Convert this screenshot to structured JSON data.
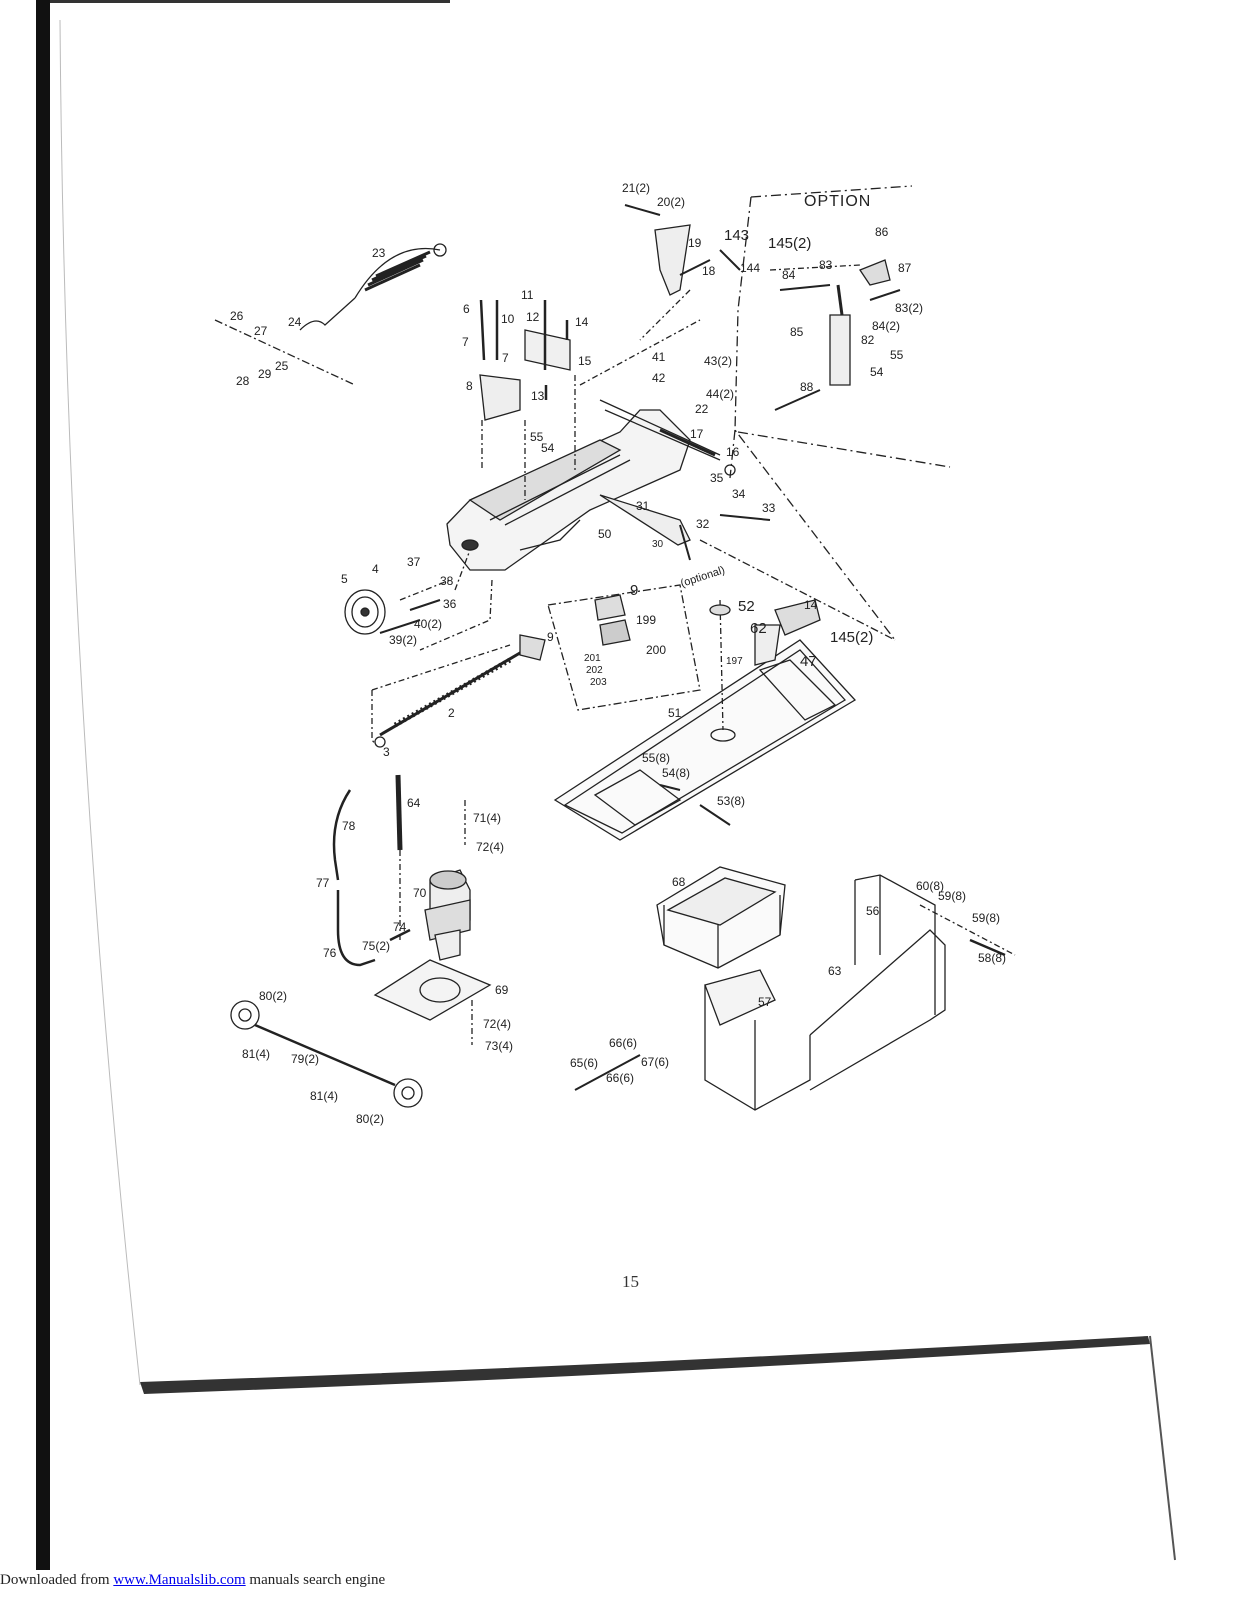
{
  "diagram": {
    "option_label": "OPTION",
    "optional_label": "(optional)",
    "callouts": {
      "c21": "21(2)",
      "c20": "20(2)",
      "c19": "19",
      "c18": "18",
      "c143": "143",
      "c144": "144",
      "c145a": "145(2)",
      "c23": "23",
      "c24": "24",
      "c26": "26",
      "c27": "27",
      "c28": "28",
      "c29": "29",
      "c25": "25",
      "c6": "6",
      "c10": "10",
      "c11": "11",
      "c12": "12",
      "c14": "14",
      "c7a": "7",
      "c7b": "7",
      "c8": "8",
      "c15a": "15",
      "c13": "13",
      "c41": "41",
      "c42": "42",
      "c43": "43(2)",
      "c44": "44(2)",
      "c22": "22",
      "c17": "17",
      "c16": "16",
      "c35": "35",
      "c34": "34",
      "c33": "33",
      "c31": "31",
      "c32": "32",
      "c30": "30",
      "c50": "50",
      "c55a": "55",
      "c54a": "54",
      "c86": "86",
      "c87": "87",
      "c83a": "83",
      "c84a": "84",
      "c83b": "83(2)",
      "c84b": "84(2)",
      "c85": "85",
      "c82": "82",
      "c55b": "55",
      "c54b": "54",
      "c88": "88",
      "c5": "5",
      "c4": "4",
      "c37": "37",
      "c38": "38",
      "c36": "36",
      "c40": "40(2)",
      "c39": "39(2)",
      "c9a": "9",
      "c2": "2",
      "c3": "3",
      "c9b": "9",
      "c199": "199",
      "c200": "200",
      "c201": "201",
      "c202": "202",
      "c203": "203",
      "c52": "52",
      "c62": "62",
      "c14b": "14",
      "c145b": "145(2)",
      "c197": "197",
      "c47": "47",
      "c51": "51",
      "c55c": "55(8)",
      "c54c": "54(8)",
      "c53": "53(8)",
      "c64": "64",
      "c78": "78",
      "c71": "71(4)",
      "c72a": "72(4)",
      "c77": "77",
      "c70": "70",
      "c74": "74",
      "c75": "75(2)",
      "c76": "76",
      "c69": "69",
      "c72b": "72(4)",
      "c73": "73(4)",
      "c80a": "80(2)",
      "c81a": "81(4)",
      "c79": "79(2)",
      "c81b": "81(4)",
      "c80b": "80(2)",
      "c68": "68",
      "c56": "56",
      "c60": "60(8)",
      "c59a": "59(8)",
      "c59b": "59(8)",
      "c58": "58(8)",
      "c63": "63",
      "c57": "57",
      "c65": "65(6)",
      "c66a": "66(6)",
      "c66b": "66(6)",
      "c67": "67(6)"
    }
  },
  "page_number": "15",
  "footer": {
    "prefix": "Downloaded from ",
    "link_text": "www.Manualslib.com",
    "suffix": " manuals search engine"
  }
}
